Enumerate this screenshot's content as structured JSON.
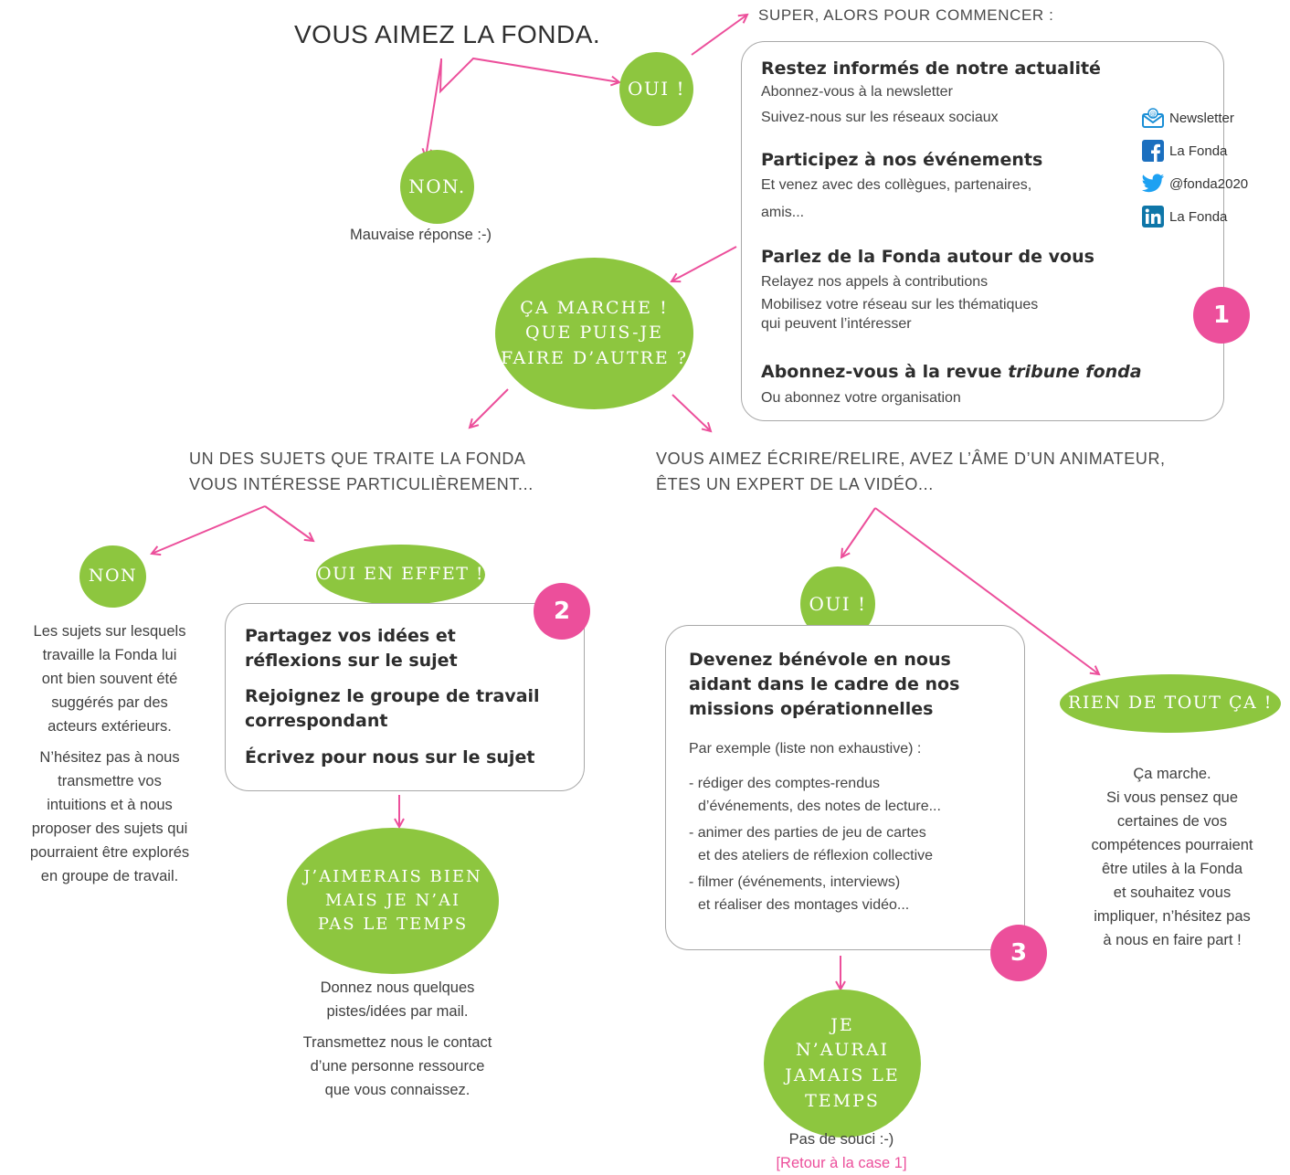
{
  "colors": {
    "green": "#8dc63f",
    "pink": "#ec4f9b",
    "box_border": "#a8a8a8"
  },
  "title": "VOUS AIMEZ LA FONDA.",
  "bubbles": {
    "oui_1": "Oui !",
    "non_1": "Non.",
    "ca_marche": "ça marche ! que puis-je faire d’autre ?",
    "non_2": "Non",
    "oui_en_effet": "Oui En effet !",
    "pas_le_temps": "J’aimerais bien mais je n’ai pas le temps",
    "oui_2": "Oui !",
    "rien": "Rien de tout ça !",
    "jamais": "Je n’aurai jamais le temps"
  },
  "mauvaise": "Mauvaise réponse :-)",
  "super": "SUPER, ALORS POUR COMMENCER :",
  "box1": {
    "s1_title": "Restez informés de notre actualité",
    "s1_l1": "Abonnez-vous à la newsletter",
    "s1_l2": "Suivez-nous sur les réseaux sociaux",
    "s2_title": "Participez à nos événements",
    "s2_l1": "Et venez avec des collègues, partenaires,",
    "s2_l2": "amis...",
    "s3_title": "Parlez de la Fonda autour de vous",
    "s3_l1": "Relayez nos appels à contributions",
    "s3_l2": "Mobilisez votre réseau sur les thématiques",
    "s3_l3": "qui peuvent l’intéresser",
    "s4_title": "Abonnez-vous à la revue ",
    "s4_title_em": "tribune fonda",
    "s4_l1": "Ou abonnez votre organisation",
    "badge": "1"
  },
  "social": [
    {
      "icon": "envelope-icon",
      "label": "Newsletter"
    },
    {
      "icon": "facebook-icon",
      "label": "La Fonda"
    },
    {
      "icon": "twitter-icon",
      "label": "@fonda2020"
    },
    {
      "icon": "linkedin-icon",
      "label": "La Fonda"
    }
  ],
  "branch_left": {
    "l1": "UN DES SUJETS QUE TRAITE LA FONDA",
    "l2": "VOUS INTÉRESSE PARTICULIÈREMENT..."
  },
  "branch_right": {
    "l1": "VOUS AIMEZ ÉCRIRE/RELIRE, AVEZ L’ÂME D’UN ANIMATEUR,",
    "l2": "ÊTES UN EXPERT DE LA VIDÉO..."
  },
  "non2_text": {
    "l1": "Les sujets sur lesquels",
    "l2": "travaille la Fonda lui",
    "l3": "ont bien souvent été",
    "l4": "suggérés par des",
    "l5": "acteurs extérieurs.",
    "l6": "N’hésitez pas à nous",
    "l7": "transmettre vos",
    "l8": "intuitions et à nous",
    "l9": "proposer des sujets qui",
    "l10": "pourraient être explorés",
    "l11": "en groupe de travail."
  },
  "box2": {
    "h1": "Partagez vos idées et",
    "h1b": "réflexions sur le sujet",
    "h2": "Rejoignez le groupe de travail",
    "h2b": "correspondant",
    "h3": "Écrivez pour nous sur le sujet",
    "badge": "2"
  },
  "temps_text": {
    "l1": "Donnez nous quelques",
    "l2": "pistes/idées par mail.",
    "l3": "Transmettez nous le contact",
    "l4": "d’une personne ressource",
    "l5": "que vous connaissez."
  },
  "box3": {
    "h1": "Devenez bénévole en nous",
    "h2": "aidant dans le cadre de nos",
    "h3": "missions opérationnelles",
    "intro": "Par exemple (liste non exhaustive) :",
    "i1a": "- rédiger des comptes-rendus",
    "i1b": "d’événements, des notes de lecture...",
    "i2a": "- animer des parties de jeu de cartes",
    "i2b": "et des ateliers de réflexion collective",
    "i3a": "- filmer (événements, interviews)",
    "i3b": "et réaliser des montages vidéo...",
    "badge": "3"
  },
  "rien_text": {
    "l1": "Ça marche.",
    "l2": "Si vous pensez que",
    "l3": "certaines de vos",
    "l4": "compétences pourraient",
    "l5": "être utiles à la Fonda",
    "l6": "et souhaitez vous",
    "l7": "impliquer, n’hésitez pas",
    "l8": "à nous en faire part !"
  },
  "jamais_text": {
    "l1": "Pas de souci :-)",
    "l2": "[Retour à la case 1]"
  }
}
